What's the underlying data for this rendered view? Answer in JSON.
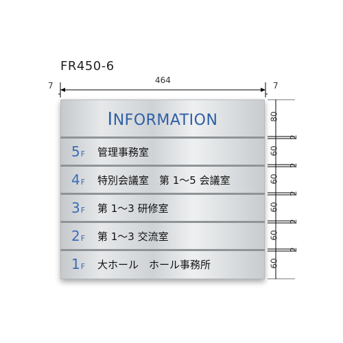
{
  "model_number": "FR450-6",
  "dimensions": {
    "total_width": "464",
    "side_margin_left": "7",
    "side_margin_right": "7",
    "header_height": "80",
    "row_height": "60",
    "gap": "2"
  },
  "sign": {
    "header_cap": "I",
    "header_rest": "NFORMATION",
    "rows": [
      {
        "floor": "5",
        "unit": "F",
        "text": "管理事務室"
      },
      {
        "floor": "4",
        "unit": "F",
        "text": "特別会議室　第 1～5 会議室"
      },
      {
        "floor": "3",
        "unit": "F",
        "text": "第 1～3 研修室"
      },
      {
        "floor": "2",
        "unit": "F",
        "text": "第 1～3 交流室"
      },
      {
        "floor": "1",
        "unit": "F",
        "text": "大ホール　ホール事務所"
      }
    ]
  },
  "colors": {
    "accent_blue": "#3a6bb5",
    "plate_silver": "#d8dadc",
    "divider": "#8f9396"
  }
}
